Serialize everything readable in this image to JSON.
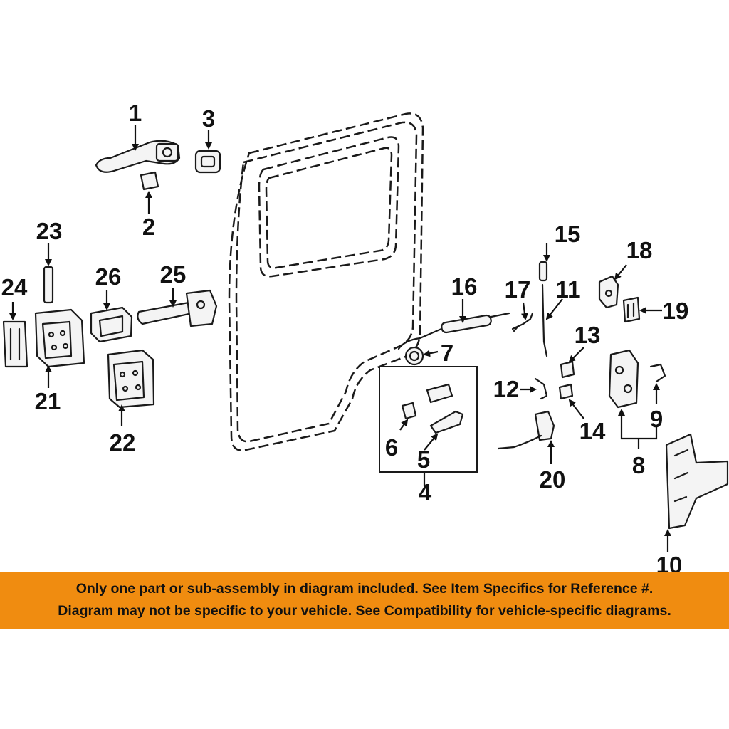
{
  "diagram": {
    "callouts": [
      "1",
      "2",
      "3",
      "4",
      "5",
      "6",
      "7",
      "8",
      "9",
      "10",
      "11",
      "12",
      "13",
      "14",
      "15",
      "16",
      "17",
      "18",
      "19",
      "20",
      "21",
      "22",
      "23",
      "24",
      "25",
      "26"
    ]
  },
  "banner": {
    "line1": "Only one part or sub-assembly in diagram included. See Item Specifics for Reference #.",
    "line2": "Diagram may not be specific to your vehicle. See Compatibility for vehicle-specific diagrams."
  },
  "colors": {
    "banner": "#f08c10",
    "ink": "#111111",
    "background": "#ffffff"
  }
}
